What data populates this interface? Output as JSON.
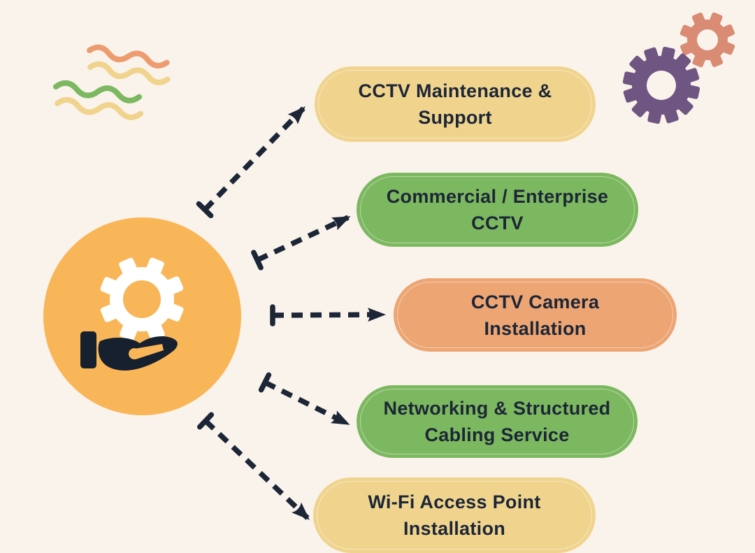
{
  "diagram": {
    "type": "radial-services",
    "center": {
      "icon": "hand-holding-gear-icon",
      "bg_color": "#F9B659",
      "gear_color": "#FFFFFF",
      "hand_color": "#16202F"
    },
    "services": [
      {
        "label": "CCTV Maintenance & Support",
        "line1": "CCTV Maintenance &",
        "line2": "Support",
        "fill": "#F0D48D"
      },
      {
        "label": "Commercial / Enterprise CCTV",
        "line1": "Commercial / Enterprise",
        "line2": "CCTV",
        "fill": "#7CB85F"
      },
      {
        "label": "CCTV Camera Installation",
        "line1": "CCTV Camera",
        "line2": "Installation",
        "fill": "#ECA573"
      },
      {
        "label": "Networking & Structured Cabling Service",
        "line1": "Networking & Structured",
        "line2": "Cabling Service",
        "fill": "#7CB85F"
      },
      {
        "label": "Wi-Fi Access Point Installation",
        "line1": "Wi-Fi Access Point",
        "line2": "Installation",
        "fill": "#F0D48D"
      }
    ],
    "colors": {
      "background": "#FAF3EC",
      "text": "#1C2637",
      "arrow": "#1C2637",
      "wave_orange": "#EC9C6E",
      "wave_yellow": "#F0D48D",
      "wave_green": "#7CB85F",
      "gear_purple": "#6F5682",
      "gear_salmon": "#D98B74"
    },
    "decorations": [
      "squiggly-waves",
      "gear-pair"
    ]
  }
}
